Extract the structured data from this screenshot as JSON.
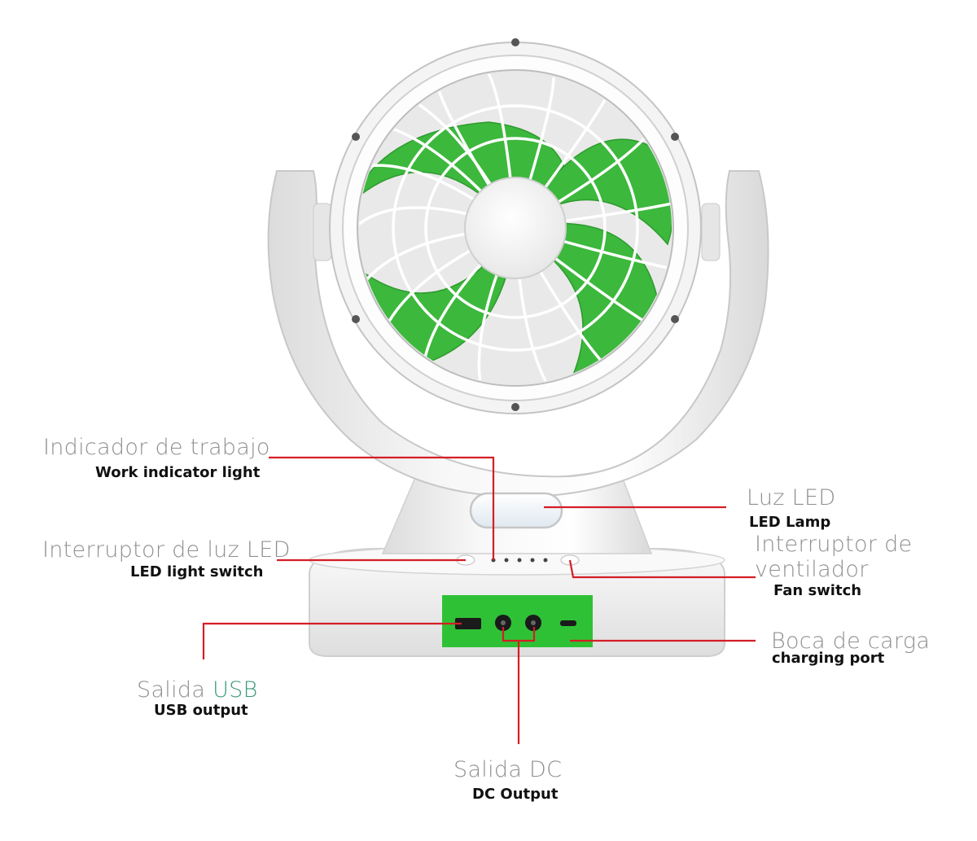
{
  "colors": {
    "leader": "#d41e26",
    "blade": "#3cb83c",
    "panel": "#2fc135",
    "body": "#f1f1f1",
    "spanish_text": "#8f8f8f",
    "english_text": "#111111"
  },
  "labels": {
    "work_indicator": {
      "es": "Indicador de trabajo",
      "en": "Work indicator light"
    },
    "led_lamp": {
      "es": "Luz LED",
      "en": "LED Lamp"
    },
    "led_switch": {
      "es": "Interruptor de luz LED",
      "en": "LED light switch"
    },
    "fan_switch": {
      "es_line1": "Interruptor de",
      "es_line2": "ventilador",
      "en": "Fan switch"
    },
    "charging_port": {
      "es": "Boca de carga",
      "en": "charging port"
    },
    "usb_output": {
      "es_prefix": "Salida ",
      "es_suffix": "USB",
      "en": "USB output"
    },
    "dc_output": {
      "es": "Salida DC",
      "en": "DC Output"
    }
  }
}
